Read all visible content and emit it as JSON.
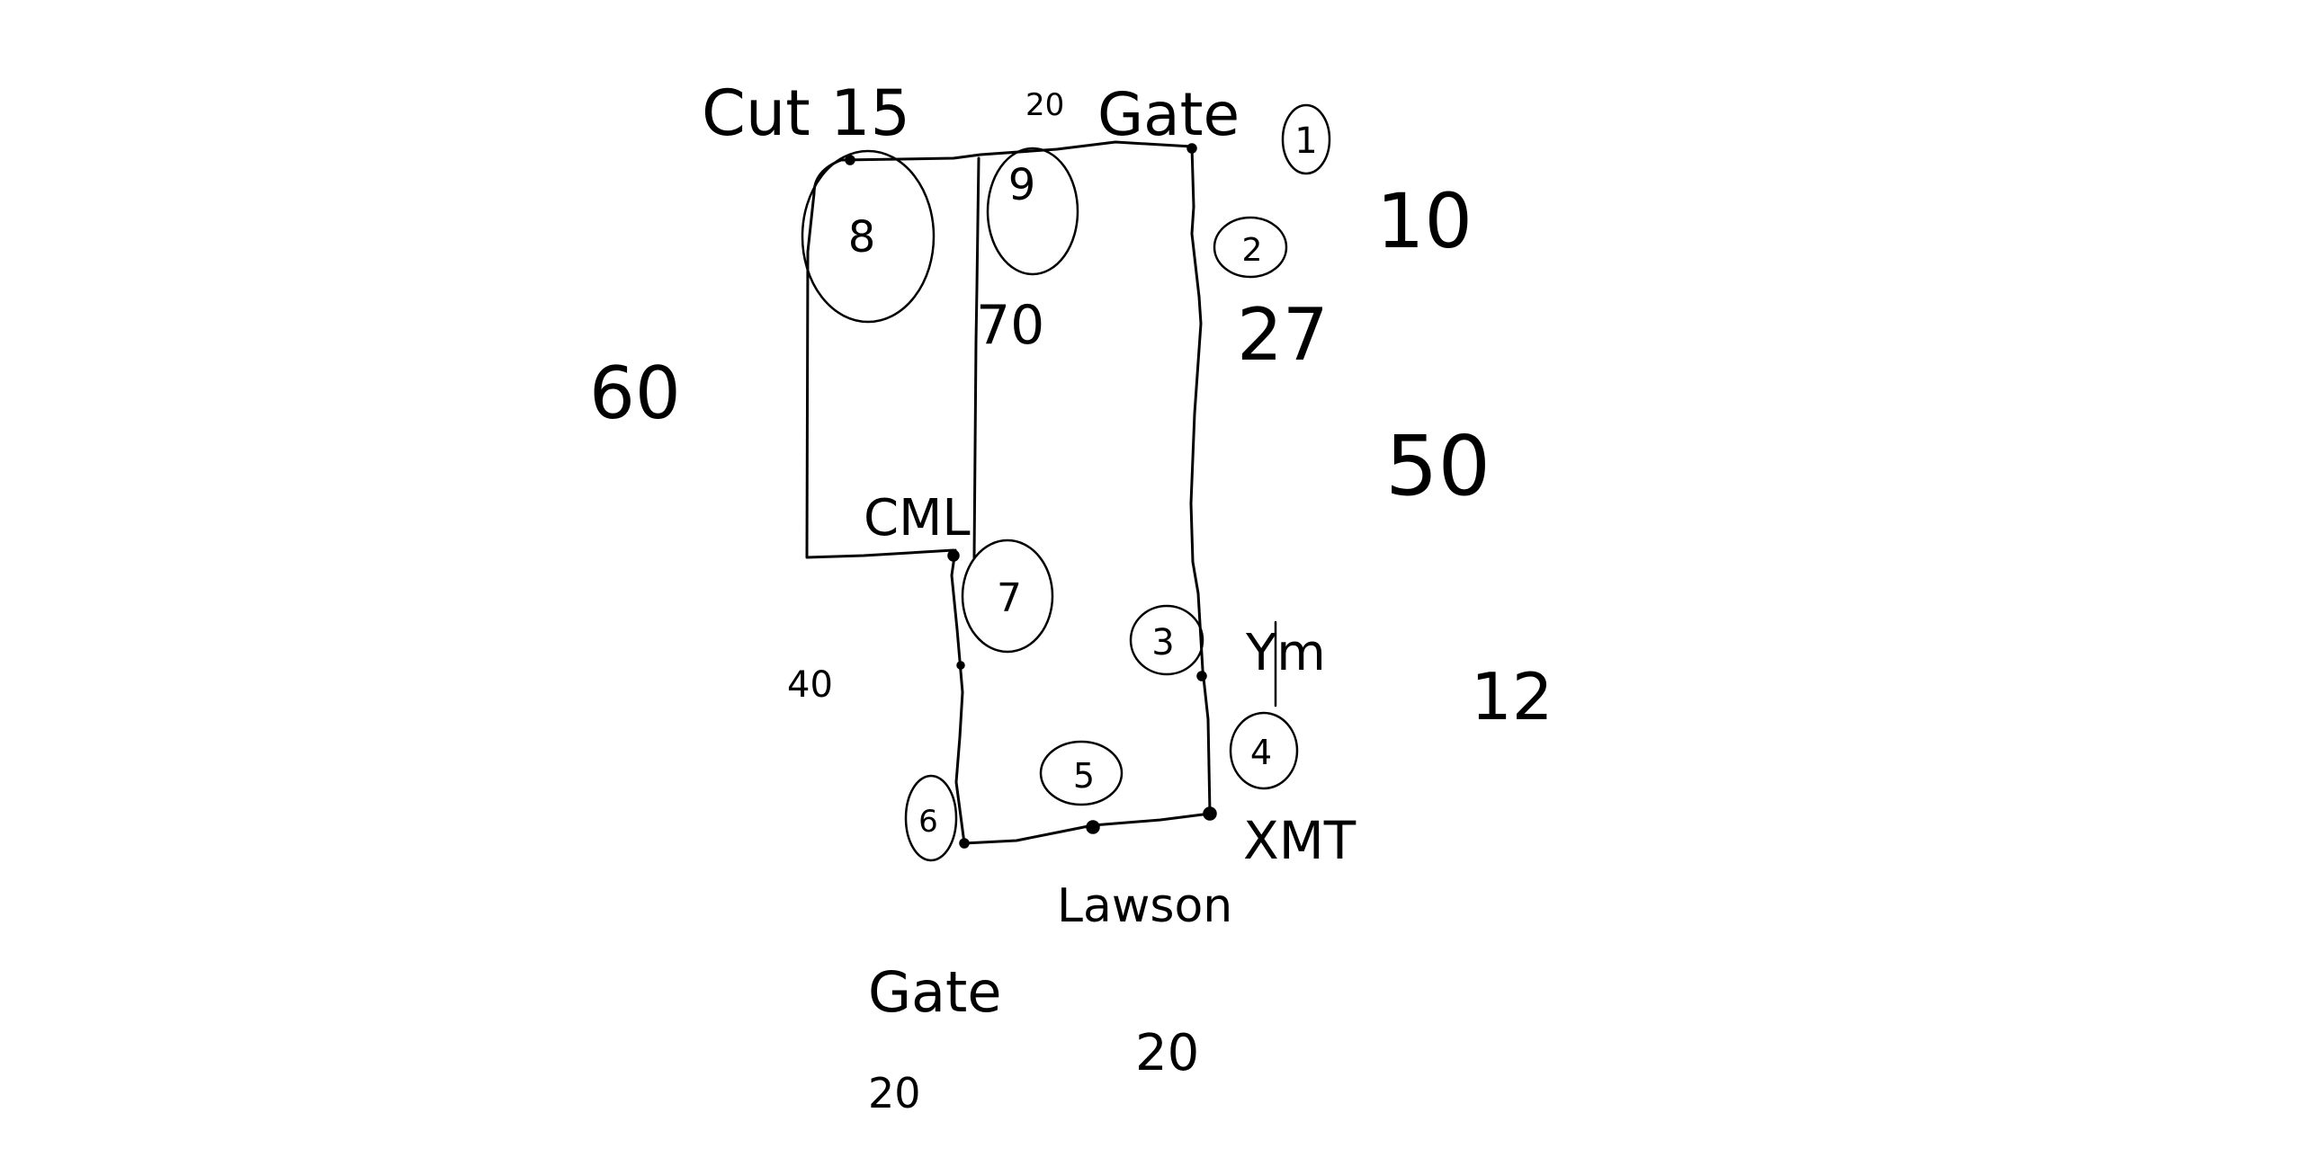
{
  "sketch": {
    "labels": {
      "cut": "Cut 15",
      "gate_top_prefix": "20",
      "gate_top": "Gate",
      "gate_bottom": "Gate",
      "gate_bottom_count": "20",
      "cml": "CML",
      "lawson": "Lawson",
      "lawson_count": "20",
      "xmt": "XMT",
      "ym": "Ym"
    },
    "circled_numbers": [
      "1",
      "2",
      "3",
      "4",
      "5",
      "6",
      "7",
      "8",
      "9"
    ],
    "distances": {
      "top_left_segment": "70",
      "right_upper": "27",
      "far_right_upper": "10",
      "far_right_middle": "50",
      "far_right_lower": "12",
      "far_left": "60",
      "left_lower": "40"
    }
  }
}
